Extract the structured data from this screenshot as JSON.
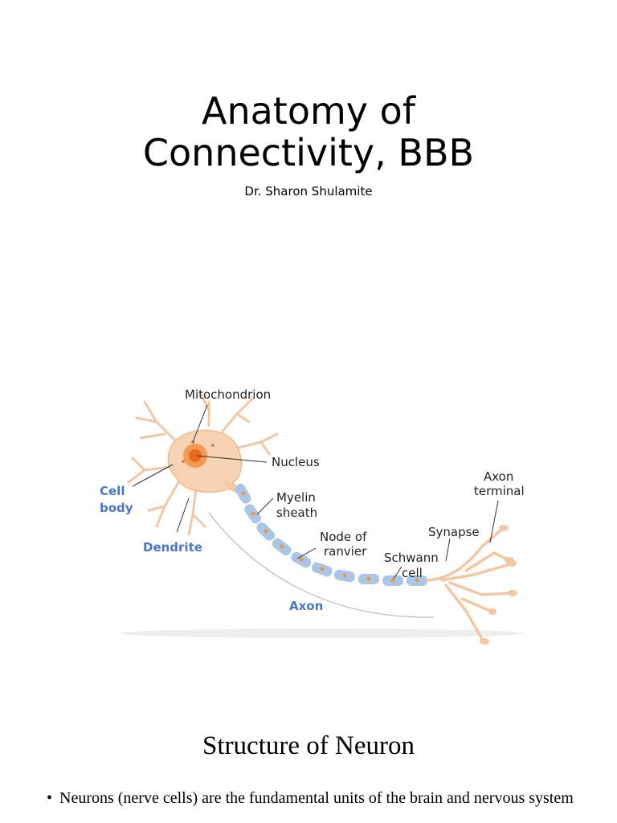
{
  "slide1": {
    "title_line1": "Anatomy of",
    "title_line2": "Connectivity, BBB",
    "subtitle": "Dr. Sharon Shulamite",
    "diagram": {
      "labels": {
        "mitochondrion": "Mitochondrion",
        "nucleus": "Nucleus",
        "cell_body_1": "Cell",
        "cell_body_2": "body",
        "myelin_1": "Myelin",
        "myelin_2": "sheath",
        "node_1": "Node of",
        "node_2": "ranvier",
        "dendrite": "Dendrite",
        "axon": "Axon",
        "schwann_1": "Schwann",
        "schwann_2": "cell",
        "synapse": "Synapse",
        "axon_terminal_1": "Axon",
        "axon_terminal_2": "terminal"
      },
      "colors": {
        "cell_body": "#f7d3b3",
        "nucleus_ring": "#f39a52",
        "nucleus_core": "#e86a1c",
        "myelin": "#a9c6e8",
        "label_accent": "#4a78c2"
      }
    }
  },
  "slide2": {
    "heading": "Structure of Neuron",
    "bullets": [
      "Neurons (nerve cells) are the fundamental units of the brain and nervous system"
    ]
  }
}
